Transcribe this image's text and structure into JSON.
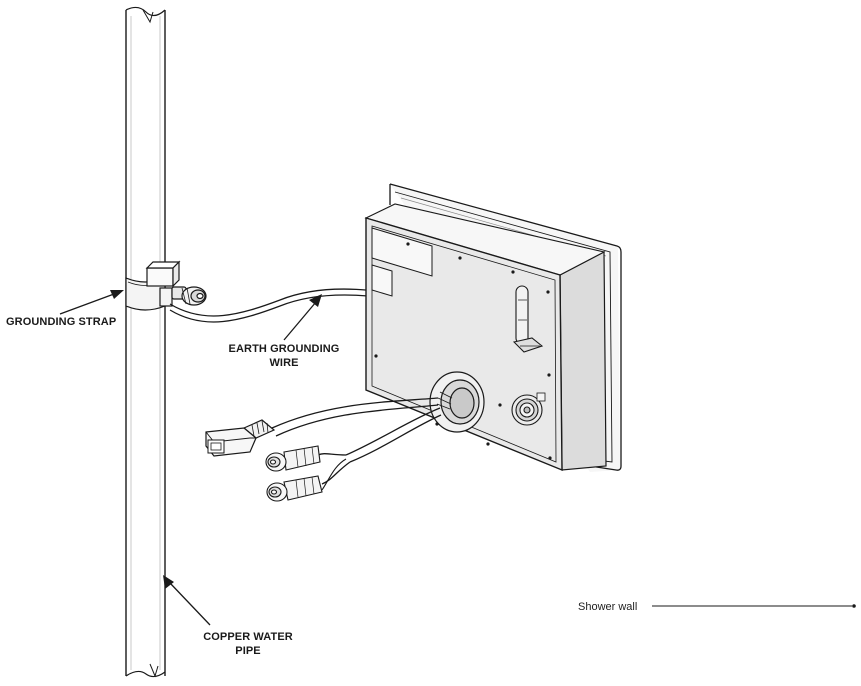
{
  "labels": {
    "grounding_strap": "GROUNDING STRAP",
    "earth_wire_line1": "EARTH GROUNDING",
    "earth_wire_line2": "WIRE",
    "copper_pipe_line1": "COPPER WATER",
    "copper_pipe_line2": "PIPE",
    "shower_wall": "Shower wall"
  },
  "colors": {
    "ink": "#1a1a1a",
    "panel_fill": "#eeeeee",
    "panel_face": "#e6e6e6",
    "frame_fill": "#f6f6f6",
    "background": "#ffffff"
  }
}
